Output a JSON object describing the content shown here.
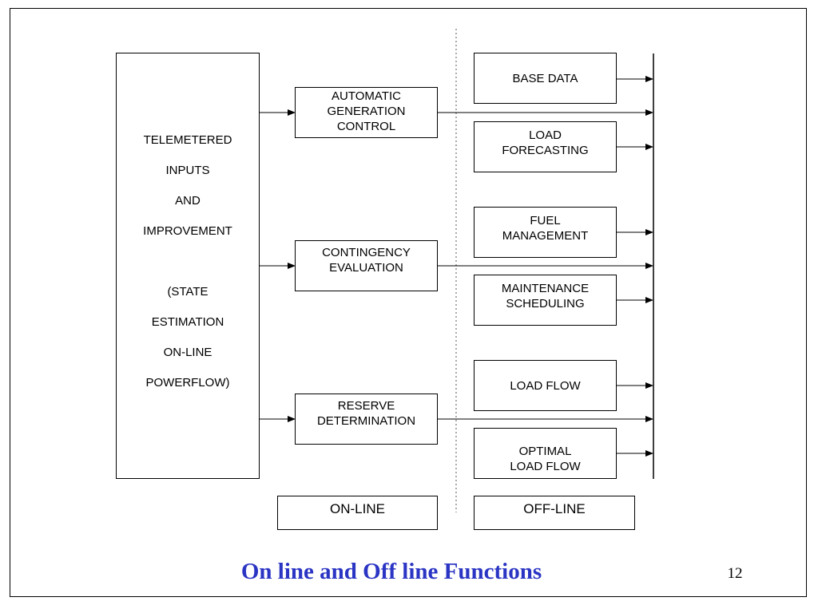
{
  "telemetered": {
    "lines": [
      "TELEMETERED",
      "INPUTS",
      "AND",
      "IMPROVEMENT",
      "",
      "(STATE",
      "ESTIMATION",
      "ON-LINE",
      "POWERFLOW)"
    ]
  },
  "online_functions": [
    {
      "lines": [
        "AUTOMATIC",
        "GENERATION",
        "CONTROL"
      ]
    },
    {
      "lines": [
        "CONTINGENCY",
        "EVALUATION"
      ]
    },
    {
      "lines": [
        "RESERVE",
        "DETERMINATION"
      ]
    }
  ],
  "offline_functions": [
    {
      "lines": [
        "BASE DATA"
      ]
    },
    {
      "lines": [
        "LOAD",
        "FORECASTING"
      ]
    },
    {
      "lines": [
        "FUEL",
        "MANAGEMENT"
      ]
    },
    {
      "lines": [
        "MAINTENANCE",
        "SCHEDULING"
      ]
    },
    {
      "lines": [
        "LOAD FLOW"
      ]
    },
    {
      "lines": [
        "OPTIMAL",
        "LOAD FLOW"
      ]
    }
  ],
  "online_label": "ON-LINE",
  "offline_label": "OFF-LINE",
  "title": "On line and Off line Functions",
  "page_number": "12",
  "colors": {
    "title": "#2b35c4",
    "line": "#000000"
  }
}
